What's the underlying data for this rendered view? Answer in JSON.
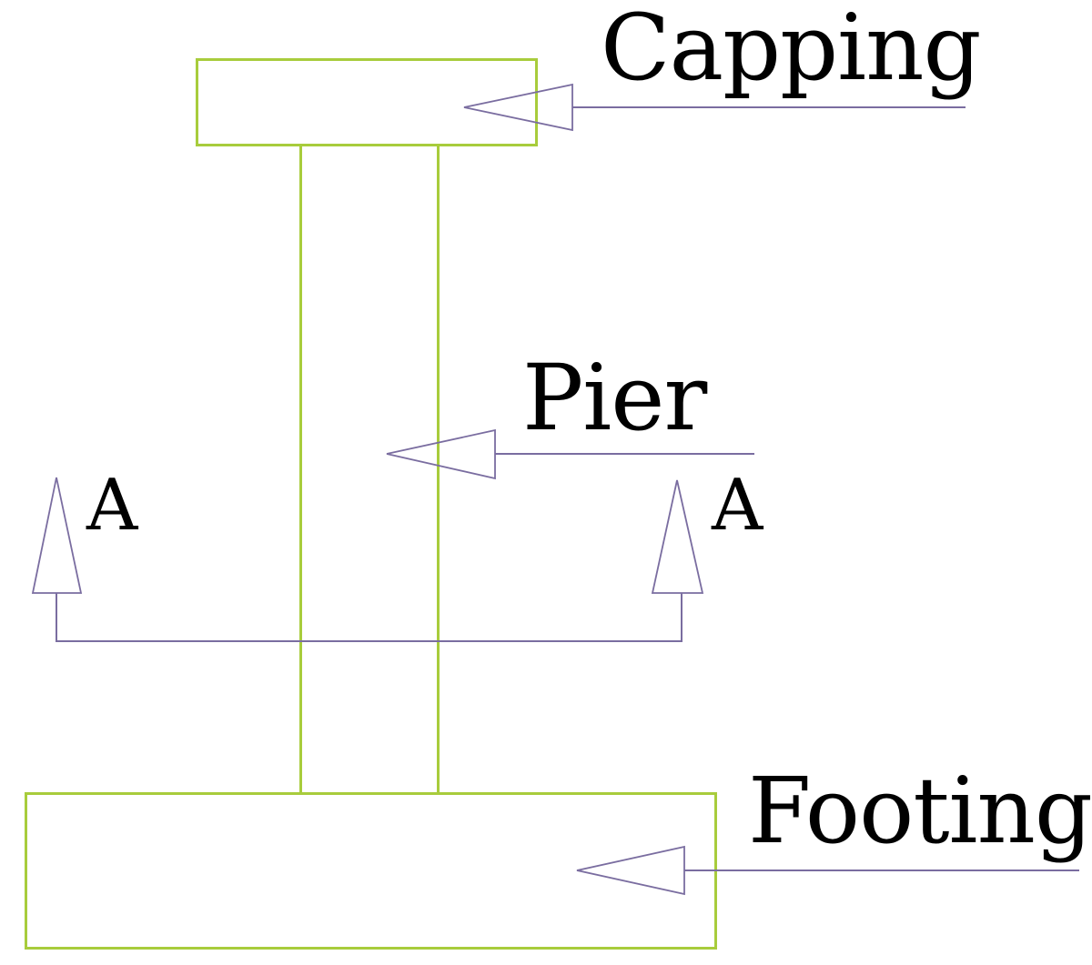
{
  "diagram": {
    "type": "engineering-elevation-drawing",
    "labels": {
      "capping": "Capping",
      "pier": "Pier",
      "footing": "Footing",
      "section_marker_left": "A",
      "section_marker_right": "A"
    }
  },
  "colors": {
    "structure_outline": "#a8cc3c",
    "annotation": "#7a6da0",
    "text": "#000000",
    "background": "#ffffff"
  }
}
